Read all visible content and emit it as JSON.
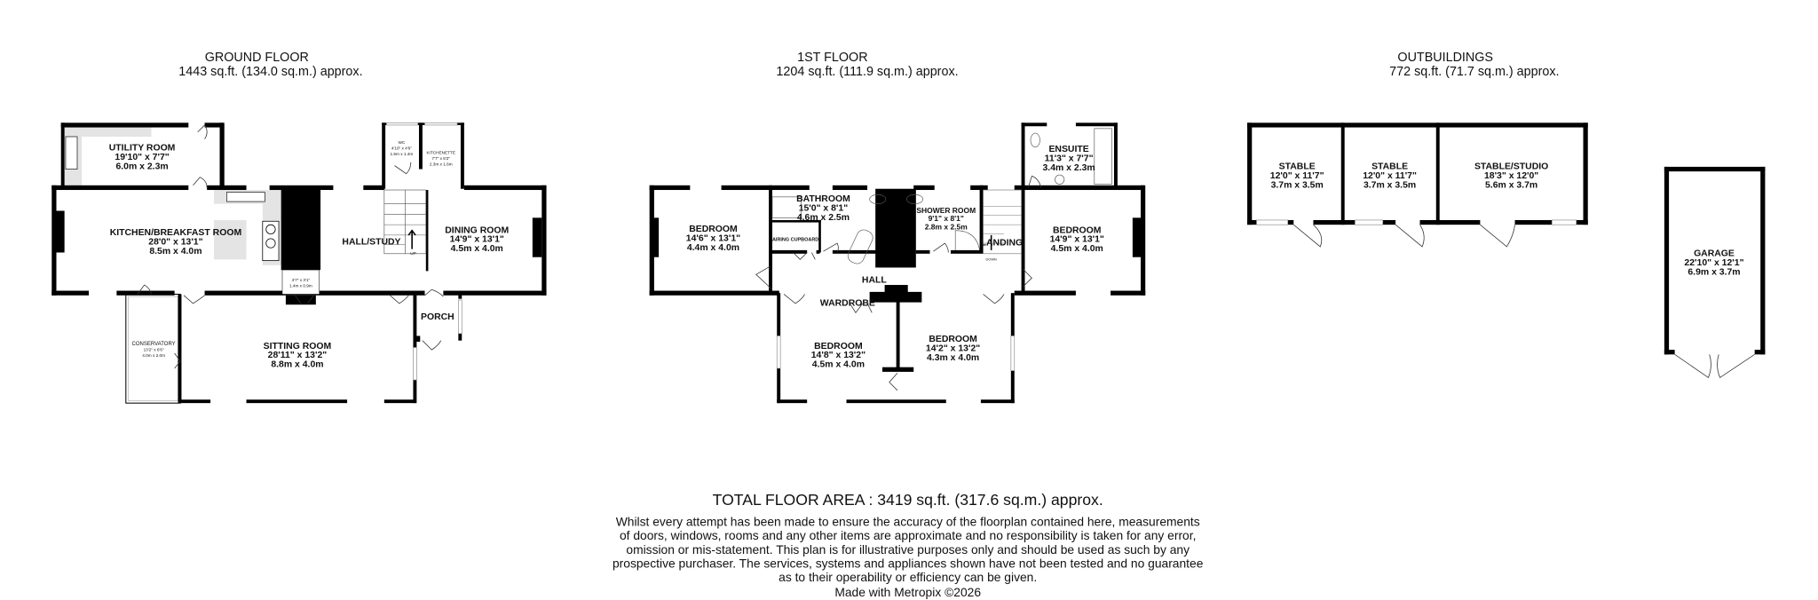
{
  "ground_floor": {
    "title": "GROUND FLOOR",
    "area": "1443 sq.ft. (134.0 sq.m.) approx.",
    "rooms": [
      {
        "name": "UTILITY ROOM",
        "imperial": "19'10\"  x 7'7\"",
        "metric": "6.0m  x 2.3m"
      },
      {
        "name": "KITCHEN/BREAKFAST ROOM",
        "imperial": "28'0\"  x 13'1\"",
        "metric": "8.5m  x 4.0m"
      },
      {
        "name": "HALL/STUDY"
      },
      {
        "name": "DINING ROOM",
        "imperial": "14'9\"  x 13'1\"",
        "metric": "4.5m  x 4.0m"
      },
      {
        "name": "WC",
        "imperial": "4'10\"  x 4'6\"",
        "metric": "1.5m  x 1.4m"
      },
      {
        "name": "KITCHENETTE",
        "imperial": "7'7\"  x 5'2\"",
        "metric": "2.3m  x 1.6m"
      },
      {
        "imperial": "4'7\"  x 3'1\"",
        "metric": "1.4m  x 0.9m"
      },
      {
        "name": "CONSERVATORY",
        "imperial": "13'2\"  x 6'6\"",
        "metric": "4.0m  x 2.0m"
      },
      {
        "name": "SITTING ROOM",
        "imperial": "28'11\"  x 13'2\"",
        "metric": "8.8m  x 4.0m"
      },
      {
        "name": "PORCH"
      }
    ],
    "stairs_label": "UP"
  },
  "first_floor": {
    "title": "1ST FLOOR",
    "area": "1204 sq.ft. (111.9 sq.m.) approx.",
    "rooms": [
      {
        "name": "BEDROOM",
        "imperial": "14'6\"  x 13'1\"",
        "metric": "4.4m  x 4.0m"
      },
      {
        "name": "BATHROOM",
        "imperial": "15'0\"  x 8'1\"",
        "metric": "4.6m  x 2.5m"
      },
      {
        "name": "AIRING CUPBOARD"
      },
      {
        "name": "SHOWER ROOM",
        "imperial": "9'1\"  x 8'1\"",
        "metric": "2.8m  x 2.5m"
      },
      {
        "name": "LANDING"
      },
      {
        "name": "ENSUITE",
        "imperial": "11'3\"  x 7'7\"",
        "metric": "3.4m  x 2.3m"
      },
      {
        "name": "BEDROOM",
        "imperial": "14'9\"  x 13'1\"",
        "metric": "4.5m  x 4.0m"
      },
      {
        "name": "HALL"
      },
      {
        "name": "WARDROBE"
      },
      {
        "name": "BEDROOM",
        "imperial": "14'8\"  x 13'2\"",
        "metric": "4.5m  x 4.0m"
      },
      {
        "name": "BEDROOM",
        "imperial": "14'2\"  x 13'2\"",
        "metric": "4.3m  x 4.0m"
      }
    ],
    "stairs_label": "DOWN"
  },
  "outbuildings": {
    "title": "OUTBUILDINGS",
    "area": "772 sq.ft. (71.7 sq.m.) approx.",
    "rooms": [
      {
        "name": "STABLE",
        "imperial": "12'0\"  x 11'7\"",
        "metric": "3.7m  x 3.5m"
      },
      {
        "name": "STABLE",
        "imperial": "12'0\"  x 11'7\"",
        "metric": "3.7m  x 3.5m"
      },
      {
        "name": "STABLE/STUDIO",
        "imperial": "18'3\"  x 12'0\"",
        "metric": "5.6m  x 3.7m"
      },
      {
        "name": "GARAGE",
        "imperial": "22'10\"  x 12'1\"",
        "metric": "6.9m  x 3.7m"
      }
    ]
  },
  "footer": {
    "total": "TOTAL FLOOR AREA : 3419 sq.ft. (317.6 sq.m.) approx.",
    "disclaimer": [
      "Whilst every attempt has been made to ensure the accuracy of the floorplan contained here, measurements",
      "of doors, windows, rooms and any other items are approximate and no responsibility is taken for any error,",
      "omission or mis-statement. This plan is for illustrative purposes only and should be used as such by any",
      "prospective purchaser. The services, systems and appliances shown have not been tested and no guarantee",
      "as to their operability or efficiency can be given."
    ],
    "credit": "Made with Metropix ©2026"
  },
  "colors": {
    "walls": "#000000",
    "fittings": "#e4e4e4",
    "background": "#ffffff"
  }
}
